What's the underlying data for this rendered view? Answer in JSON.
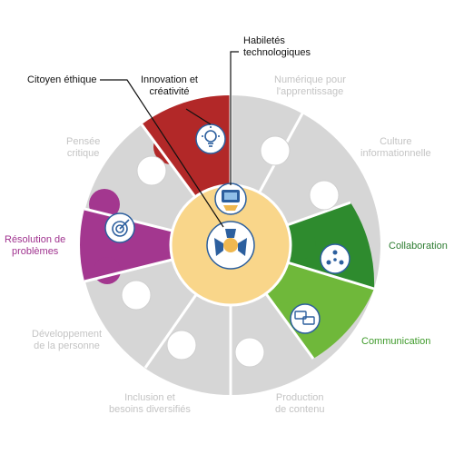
{
  "labels": {
    "habiletes": [
      "Habiletés",
      "technologiques"
    ],
    "citoyen": "Citoyen éthique",
    "innovation": [
      "Innovation et",
      "créativité"
    ],
    "numerique": [
      "Numérique pour",
      "l'apprentissage"
    ],
    "pensee": [
      "Pensée",
      "critique"
    ],
    "culture": [
      "Culture",
      "informationnelle"
    ],
    "resolution": [
      "Résolution de",
      "problèmes"
    ],
    "collaboration": "Collaboration",
    "communication": "Communication",
    "developpement": [
      "Développement",
      "de la personne"
    ],
    "inclusion": [
      "Inclusion et",
      "besoins diversifiés"
    ],
    "production": [
      "Production",
      "de contenu"
    ]
  },
  "colors": {
    "grey_ring": "#d6d6d6",
    "grey_text": "#c4c4c4",
    "innovation": "#b22828",
    "resolution": "#a3378f",
    "collaboration": "#2e8b2e",
    "communication": "#6fb83a",
    "center": "#f9d68a",
    "icon_blue": "#2c5f9e"
  },
  "icons": {
    "innovation": "lightbulb-icon",
    "resolution": "target-icon",
    "collaboration": "people-network-icon",
    "communication": "chat-bubbles-icon",
    "habiletes": "hand-device-icon",
    "center": "joined-hands-icon"
  }
}
